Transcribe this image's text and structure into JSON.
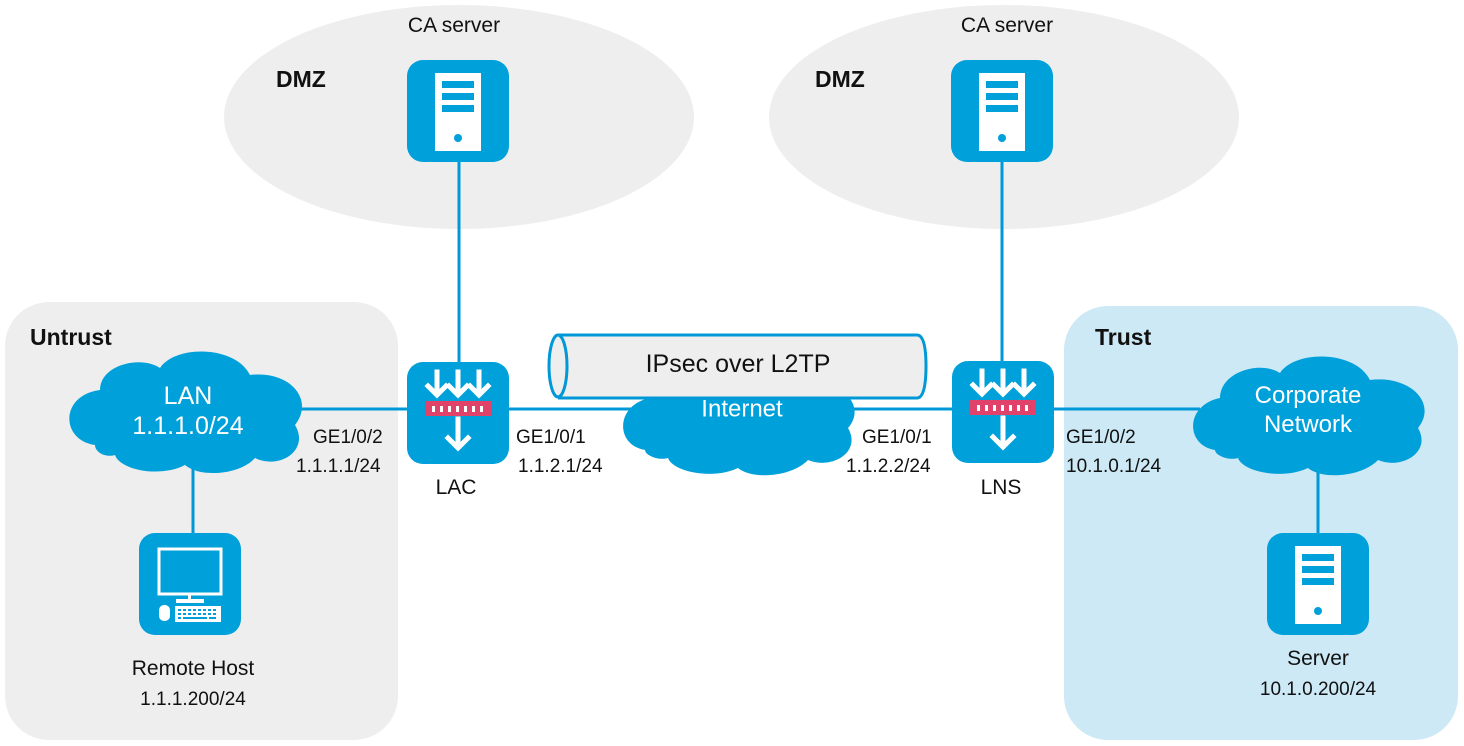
{
  "title": "IPsec over L2TP network diagram",
  "colors": {
    "device_blue": "#00A0DA",
    "link_blue": "#0098D6",
    "zone_gray": "#EEEEEE",
    "zone_trust": "#CCE9F5",
    "firewall_red": "#E0426A"
  },
  "zones": {
    "dmz_left": {
      "label": "DMZ"
    },
    "dmz_right": {
      "label": "DMZ"
    },
    "untrust": {
      "label": "Untrust"
    },
    "trust": {
      "label": "Trust"
    }
  },
  "devices": {
    "ca_left": {
      "label": "CA server",
      "icon": "server-icon"
    },
    "ca_right": {
      "label": "CA server",
      "icon": "server-icon"
    },
    "lac": {
      "label": "LAC",
      "icon": "firewall-icon"
    },
    "lns": {
      "label": "LNS",
      "icon": "firewall-icon"
    },
    "remote_host": {
      "label": "Remote Host",
      "ip": "1.1.1.200/24",
      "icon": "pc-icon"
    },
    "server": {
      "label": "Server",
      "ip": "10.1.0.200/24",
      "icon": "server-icon"
    }
  },
  "clouds": {
    "lan": {
      "line1": "LAN",
      "line2": "1.1.1.0/24"
    },
    "internet": {
      "line1": "Internet"
    },
    "corporate": {
      "line1": "Corporate",
      "line2": "Network"
    }
  },
  "tunnel": {
    "label": "IPsec over L2TP"
  },
  "interfaces": {
    "lac_ge2": {
      "name": "GE1/0/2",
      "ip": "1.1.1.1/24"
    },
    "lac_ge1": {
      "name": "GE1/0/1",
      "ip": "1.1.2.1/24"
    },
    "lns_ge1": {
      "name": "GE1/0/1",
      "ip": "1.1.2.2/24"
    },
    "lns_ge2": {
      "name": "GE1/0/2",
      "ip": "10.1.0.1/24"
    }
  }
}
